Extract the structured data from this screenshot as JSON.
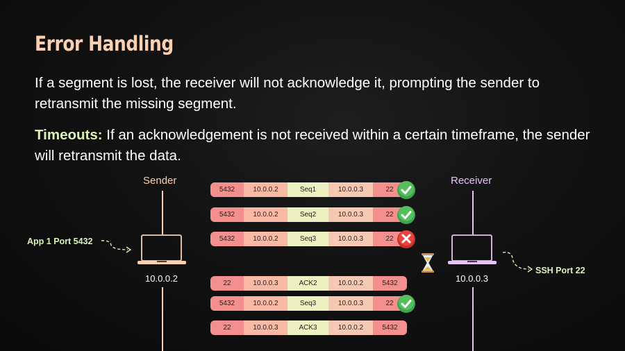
{
  "title": "Error Handling",
  "paragraph1": "If a segment is lost, the receiver will not acknowledge it, prompting the sender to retransmit the missing segment.",
  "paragraph2": {
    "label": "Timeouts:",
    "text": " If an acknowledgement is not received within a certain timeframe, the sender will retransmit the data."
  },
  "sender": {
    "label": "Sender",
    "ip": "10.0.0.2",
    "port_label": "App 1 Port 5432"
  },
  "receiver": {
    "label": "Receiver",
    "ip": "10.0.0.3",
    "port_label": "SSH Port 22"
  },
  "packets": [
    {
      "fields": [
        "5432",
        "10.0.0.2",
        "Seq1",
        "10.0.0.3",
        "22"
      ],
      "status": "ack"
    },
    {
      "fields": [
        "5432",
        "10.0.0.2",
        "Seq2",
        "10.0.0.3",
        "22"
      ],
      "status": "ack"
    },
    {
      "fields": [
        "5432",
        "10.0.0.2",
        "Seq3",
        "10.0.0.3",
        "22"
      ],
      "status": "lost"
    },
    {
      "fields": [
        "22",
        "10.0.0.3",
        "ACK2",
        "10.0.0.2",
        "5432"
      ],
      "status": "none"
    },
    {
      "fields": [
        "5432",
        "10.0.0.2",
        "Seq3",
        "10.0.0.3",
        "22"
      ],
      "status": "ack"
    },
    {
      "fields": [
        "22",
        "10.0.0.3",
        "ACK3",
        "10.0.0.2",
        "5432"
      ],
      "status": "none"
    }
  ],
  "colors": {
    "title": "#fbd0b1",
    "accent": "#d9f2b6",
    "sender": "#fbd0b1",
    "receiver": "#e7c3f3",
    "ack": "#3fa34d",
    "lost": "#e8443f"
  },
  "icons": {
    "ack": "check-circle-icon",
    "lost": "x-circle-icon",
    "timeout": "hourglass-icon"
  }
}
